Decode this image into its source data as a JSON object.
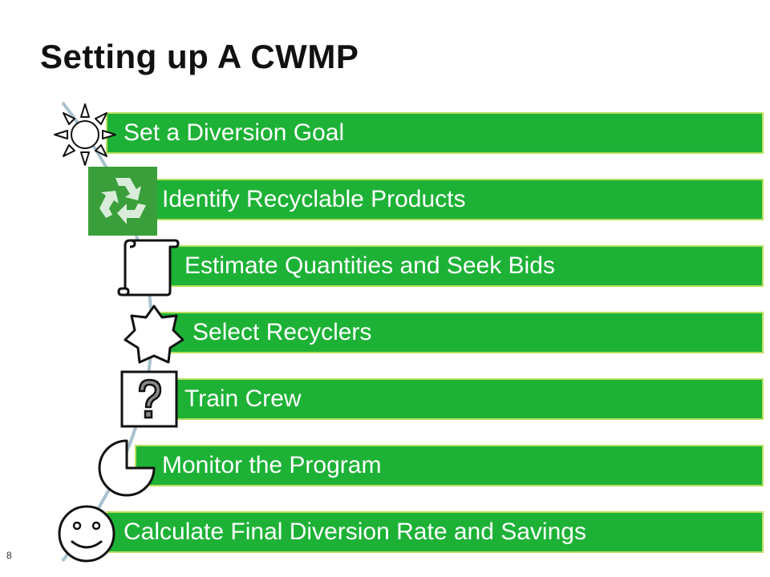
{
  "slide": {
    "title": "Setting up A CWMP",
    "page_number": "8"
  },
  "steps": [
    {
      "label": "Set a Diversion Goal",
      "icon": "sun-icon"
    },
    {
      "label": "Identify Recyclable Products",
      "icon": "recycle-icon"
    },
    {
      "label": "Estimate Quantities and Seek Bids",
      "icon": "scroll-icon"
    },
    {
      "label": "Select Recyclers",
      "icon": "star-icon"
    },
    {
      "label": "Train Crew",
      "icon": "question-icon"
    },
    {
      "label": "Monitor the Program",
      "icon": "pie-icon"
    },
    {
      "label": "Calculate Final Diversion Rate and Savings",
      "icon": "smiley-icon"
    }
  ],
  "colors": {
    "bar_fill": "#1db236",
    "bar_border": "#b8e05f",
    "curve": "#a9c2cf",
    "recycle_bg": "#3a9f3a"
  }
}
